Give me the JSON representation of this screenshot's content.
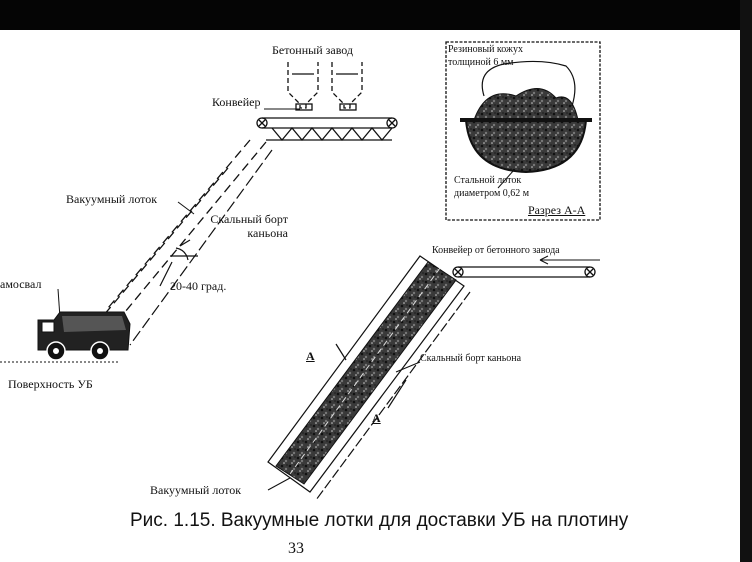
{
  "left": {
    "plant_label": "Бетонный завод",
    "conveyor_label": "Конвейер",
    "vacuum_chute_label": "Вакуумный лоток",
    "canyon_wall_label": "Скальный борт каньона",
    "angle_label": "20-40 град.",
    "truck_label": "амосвал",
    "surface_label": "Поверхность УБ"
  },
  "section": {
    "rubber_label": "Резиновый кожух толщиной 6 мм",
    "steel_label": "Стальной лоток диаметром 0,62 м",
    "section_title": "Разрез А-А"
  },
  "right": {
    "conveyor_label": "Конвейер от бетонного завода",
    "canyon_wall_label": "Скальный борт каньона",
    "chute_label": "Вакуумный лоток",
    "marker_a1": "А",
    "marker_a2": "А"
  },
  "caption": "Рис. 1.15. Вакуумные лотки для доставки УБ на плотину",
  "page_number": "33"
}
